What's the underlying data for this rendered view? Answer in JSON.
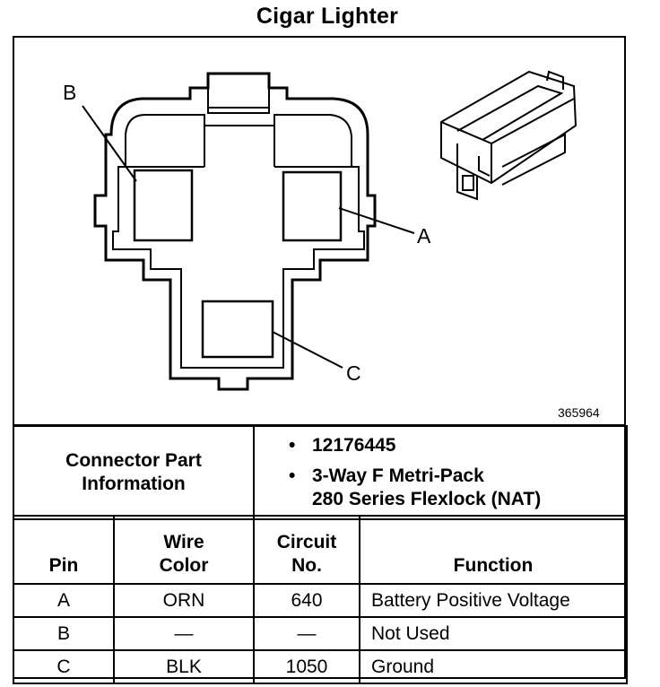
{
  "title": "Cigar Lighter",
  "figure_number": "365964",
  "callouts": {
    "a": "A",
    "b": "B",
    "c": "C"
  },
  "connector_info": {
    "label_line1": "Connector Part",
    "label_line2": "Information",
    "bullet": "•",
    "part_number": "12176445",
    "description_line1": "3-Way F Metri-Pack",
    "description_line2": "280 Series Flexlock (NAT)"
  },
  "pin_table": {
    "headers": {
      "pin": "Pin",
      "wire_line1": "Wire",
      "wire_line2": "Color",
      "circuit_line1": "Circuit",
      "circuit_line2": "No.",
      "function": "Function"
    },
    "rows": [
      {
        "pin": "A",
        "wire": "ORN",
        "circuit": "640",
        "function": "Battery Positive Voltage"
      },
      {
        "pin": "B",
        "wire": "—",
        "circuit": "—",
        "function": "Not Used"
      },
      {
        "pin": "C",
        "wire": "BLK",
        "circuit": "1050",
        "function": "Ground"
      }
    ]
  }
}
